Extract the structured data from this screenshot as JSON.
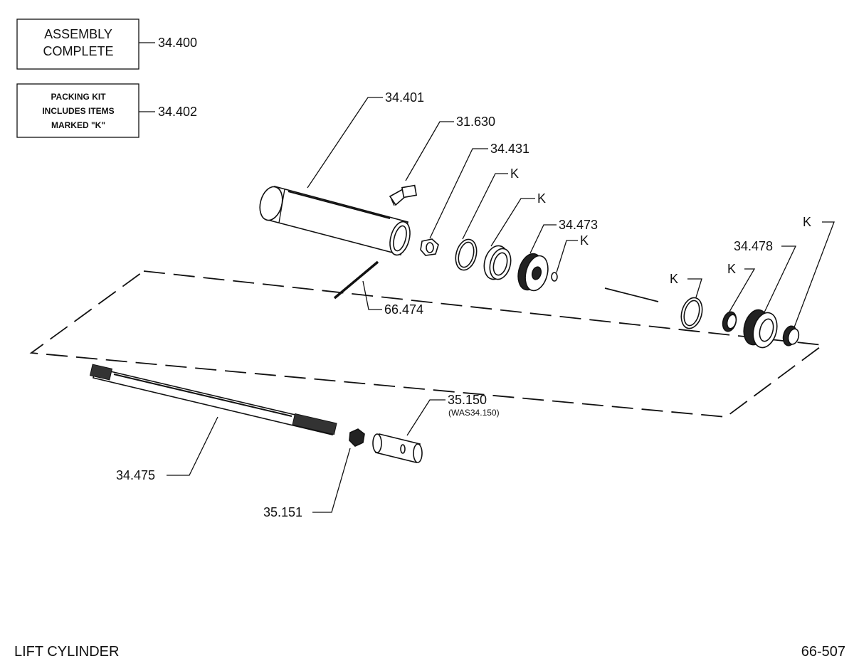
{
  "legend": {
    "assembly_box": [
      "ASSEMBLY",
      "COMPLETE"
    ],
    "assembly_part": "34.400",
    "kit_box": [
      "PACKING KIT",
      "INCLUDES ITEMS",
      "MARKED \"K\""
    ],
    "kit_part": "34.402"
  },
  "callouts": {
    "c34401": "34.401",
    "c31630": "31.630",
    "c34431": "34.431",
    "k1": "K",
    "k2": "K",
    "c34473": "34.473",
    "k3": "K",
    "k4": "K",
    "c34478": "34.478",
    "k5": "K",
    "k6": "K",
    "c66474": "66.474",
    "c35150": "35.150",
    "c35150_note": "(WAS34.150)",
    "c34475": "34.475",
    "c35151": "35.151"
  },
  "footer": {
    "title": "LIFT CYLINDER",
    "page_code": "66-507"
  }
}
